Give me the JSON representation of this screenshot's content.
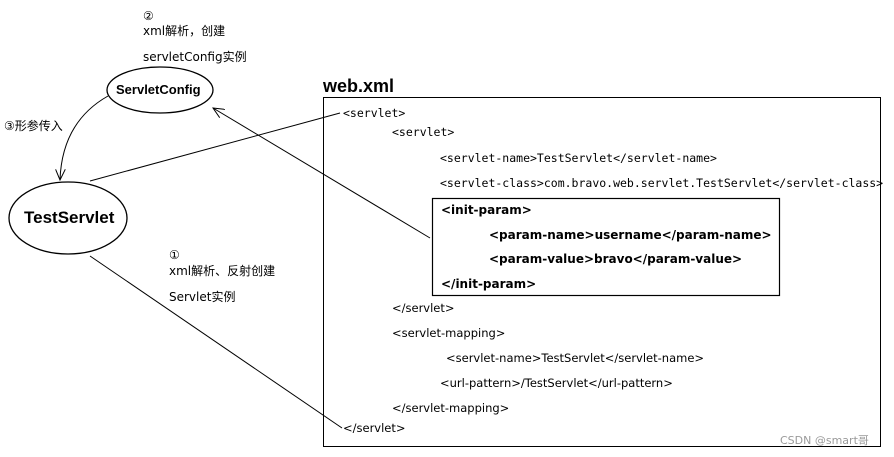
{
  "annotations": {
    "step2": {
      "num": "②",
      "line1": "xml解析，创建",
      "line2": "servletConfig实例"
    },
    "step3": "③形参传入",
    "step1": {
      "num": "①",
      "line1": "xml解析、反射创建",
      "line2": "Servlet实例"
    }
  },
  "nodes": {
    "servlet_config": "ServletConfig",
    "test_servlet": "TestServlet"
  },
  "panel": {
    "title": "web.xml",
    "lines": {
      "servlet_open_outer": "<servlet>",
      "servlet_open_inner": "<servlet>",
      "servlet_name": "<servlet-name>TestServlet</servlet-name>",
      "servlet_class": "<servlet-class>com.bravo.web.servlet.TestServlet</servlet-class>",
      "init_param_open": "<init-param>",
      "param_name": "<param-name>username</param-name>",
      "param_value": "<param-value>bravo</param-value>",
      "init_param_close": "</init-param>",
      "servlet_close_inner": "</servlet>",
      "mapping_open": "<servlet-mapping>",
      "mapping_name": "<servlet-name>TestServlet</servlet-name>",
      "url_pattern": "<url-pattern>/TestServlet</url-pattern>",
      "mapping_close": "</servlet-mapping>",
      "servlet_close_outer": "</servlet>"
    }
  },
  "watermark": "CSDN @smart哥"
}
